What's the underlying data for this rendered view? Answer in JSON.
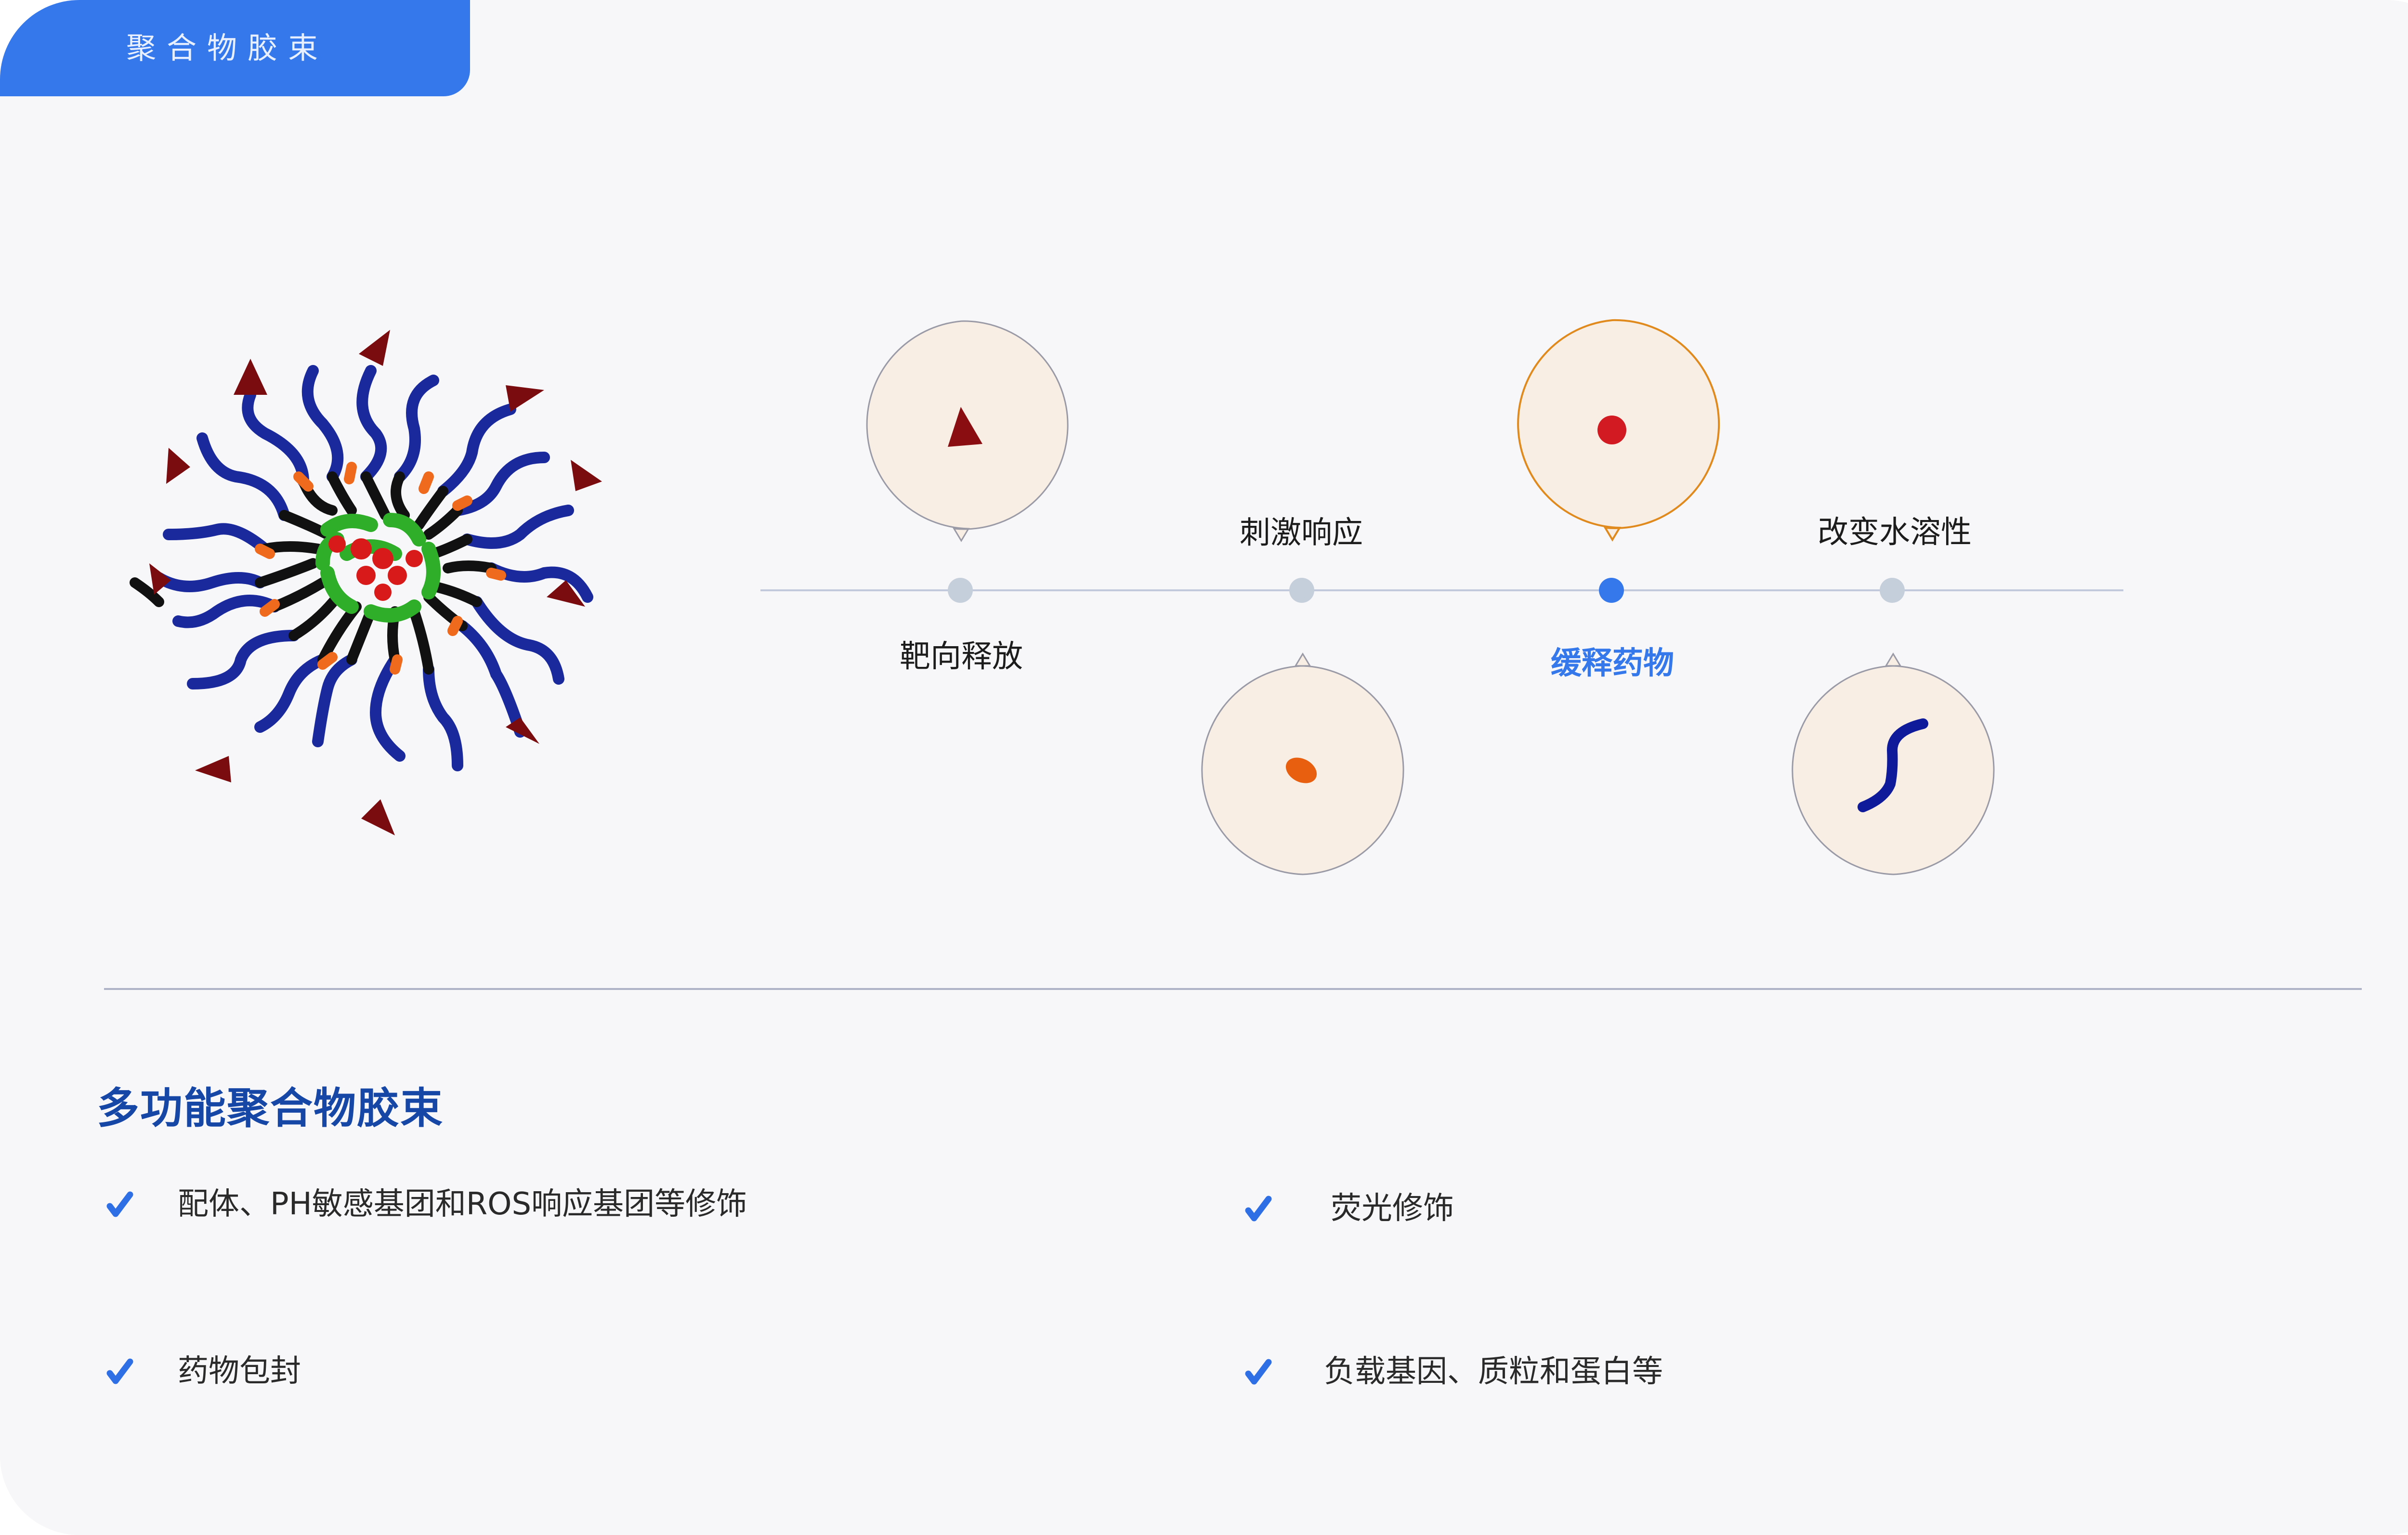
{
  "tab": {
    "label": "聚合物胶束"
  },
  "illustration": {
    "name": "polymer-micelle-diagram"
  },
  "timeline": {
    "steps": [
      {
        "label": "靶向释放",
        "icon": "targeting-ligand-triangle-icon",
        "active": false,
        "label_position": "below",
        "bubble_position": "above"
      },
      {
        "label": "刺激响应",
        "icon": "stimulus-group-orange-icon",
        "active": false,
        "label_position": "above",
        "bubble_position": "below"
      },
      {
        "label": "缓释药物",
        "icon": "drug-red-particle-icon",
        "active": true,
        "label_position": "below",
        "bubble_position": "above"
      },
      {
        "label": "改变水溶性",
        "icon": "hydrophilic-chain-icon",
        "active": false,
        "label_position": "above",
        "bubble_position": "below"
      }
    ]
  },
  "features": {
    "heading": "多功能聚合物胶束",
    "items": [
      {
        "text": "配体、PH敏感基团和ROS响应基团等修饰"
      },
      {
        "text": "荧光修饰"
      },
      {
        "text": "药物包封"
      },
      {
        "text": "负载基因、质粒和蛋白等"
      }
    ]
  },
  "colors": {
    "accent": "#3478ec",
    "heading": "#1747a6",
    "active_bubble_border": "#e08a1e",
    "bubble_fill": "#f8eee4",
    "dot_inactive": "#c5cedb",
    "timeline_line": "#c2c9dc"
  }
}
